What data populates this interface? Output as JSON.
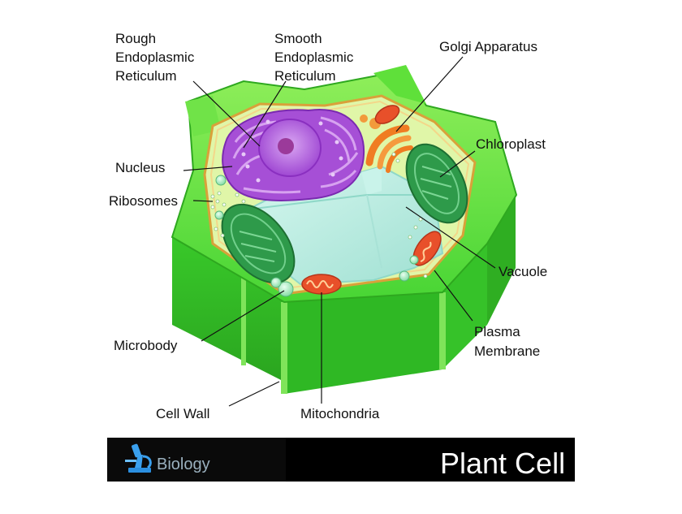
{
  "labels": {
    "rough_er": [
      "Rough",
      "Endoplasmic",
      "Reticulum"
    ],
    "smooth_er": [
      "Smooth",
      "Endoplasmic",
      "Reticulum"
    ],
    "golgi": "Golgi Apparatus",
    "chloroplast": "Chloroplast",
    "nucleus": "Nucleus",
    "ribosomes": "Ribosomes",
    "vacuole": "Vacuole",
    "plasma_membrane": [
      "Plasma",
      "Membrane"
    ],
    "microbody": "Microbody",
    "cell_wall": "Cell Wall",
    "mitochondria": "Mitochondria"
  },
  "banner": {
    "subject": "Biology",
    "title": "Plant Cell"
  },
  "colors": {
    "cell_wall": "#3fd52c",
    "cell_wall_dark": "#2ea81f",
    "cell_wall_light": "#7ee84a",
    "cytoplasm": "#d7f29a",
    "membrane": "#e0a93a",
    "nucleus": "#a64fd6",
    "nucleus_light": "#c98ae8",
    "golgi": "#f08a2e",
    "chloroplast": "#2e9a4a",
    "vacuole": "#b8ece2",
    "mitochondria": "#e8502a"
  },
  "icons": [
    "microscope-icon"
  ]
}
